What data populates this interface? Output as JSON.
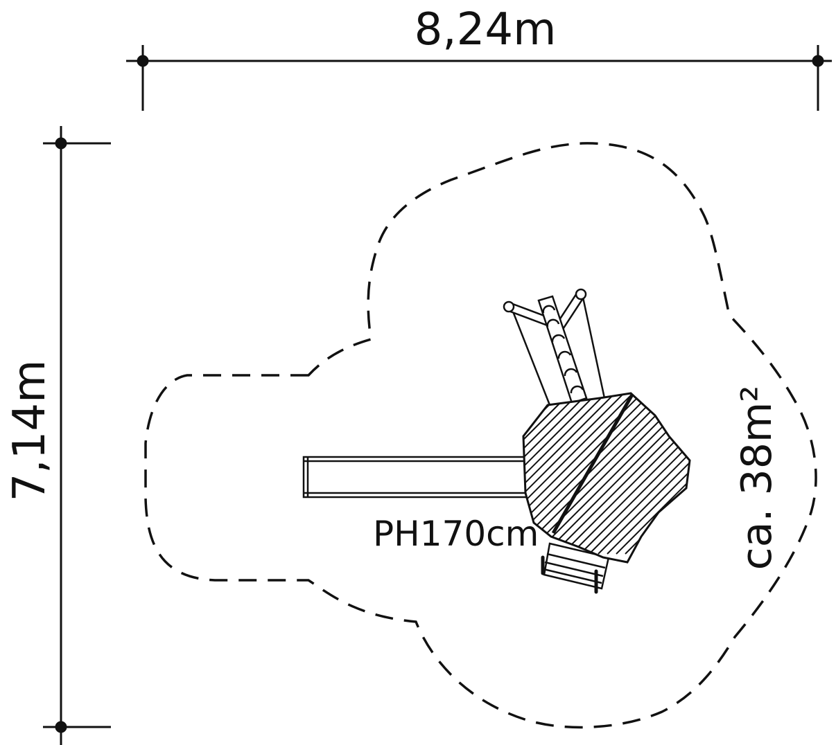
{
  "dimensions": {
    "width_label": "8,24m",
    "depth_label": "7,14m"
  },
  "labels": {
    "platform_height": "PH170cm",
    "area": "ca. 38m²"
  },
  "colors": {
    "line": "#111111",
    "background": "#ffffff"
  }
}
